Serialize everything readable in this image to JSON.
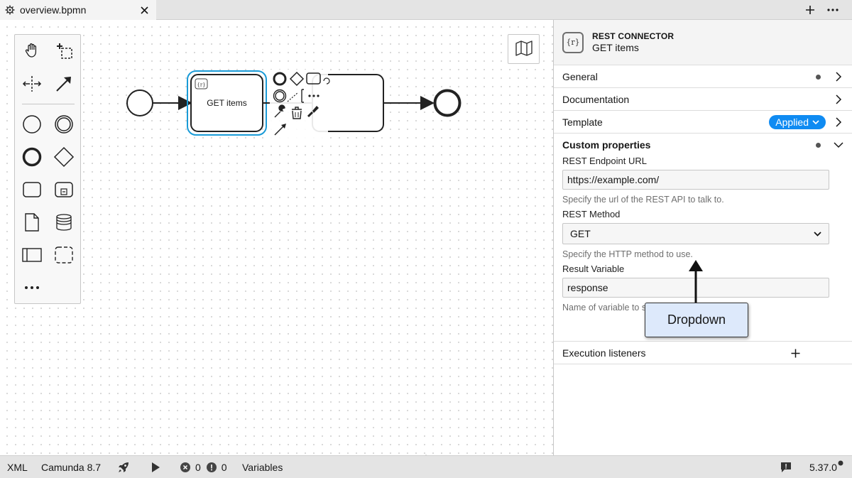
{
  "tabbar": {
    "tab_title": "overview.bpmn",
    "icons": {
      "tab": "gear-icon",
      "close": "close-icon",
      "add": "plus-icon",
      "more": "overflow-menu-icon"
    }
  },
  "canvas": {
    "palette": {
      "tools": [
        "hand-tool",
        "lasso-tool",
        "space-tool",
        "global-connect-tool",
        "start-event",
        "intermediate-event",
        "end-event",
        "gateway",
        "task",
        "subprocess",
        "data-object",
        "data-store",
        "pool",
        "group",
        "more-tools"
      ]
    },
    "task_label": "GET items",
    "task_marker": "{r}"
  },
  "panel": {
    "header": {
      "type": "REST CONNECTOR",
      "name": "GET items",
      "icon_text": "{r}"
    },
    "groups": {
      "general": "General",
      "documentation": "Documentation",
      "template": "Template",
      "template_badge": "Applied",
      "custom": "Custom properties"
    },
    "fields": {
      "url_label": "REST Endpoint URL",
      "url_value": "https://example.com/",
      "url_hint": "Specify the url of the REST API to talk to.",
      "method_label": "REST Method",
      "method_value": "GET",
      "method_hint": "Specify the HTTP method to use.",
      "result_label": "Result Variable",
      "result_value": "response",
      "result_hint": "Name of variable to store the response in."
    },
    "execution_listeners": "Execution listeners"
  },
  "callout": {
    "text": "Dropdown"
  },
  "statusbar": {
    "xml": "XML",
    "engine": "Camunda 8.7",
    "errors": "0",
    "warnings": "0",
    "variables": "Variables",
    "version": "5.37.0"
  },
  "colors": {
    "selection": "#1a9bd7",
    "badge": "#0f8bf2",
    "callout": "#dde9fb"
  }
}
